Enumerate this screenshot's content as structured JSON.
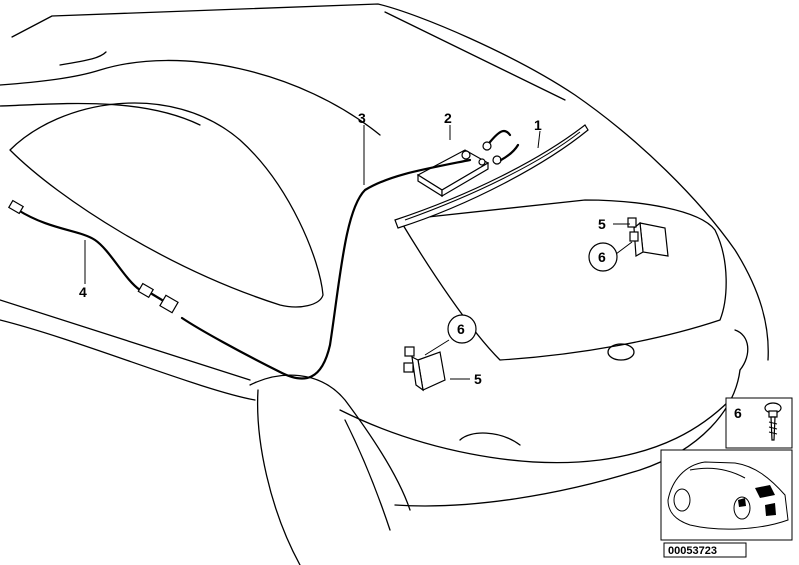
{
  "callouts": [
    {
      "id": "c1",
      "label": "1"
    },
    {
      "id": "c2",
      "label": "2"
    },
    {
      "id": "c3",
      "label": "3"
    },
    {
      "id": "c4",
      "label": "4"
    },
    {
      "id": "c5a",
      "label": "5"
    },
    {
      "id": "c5b",
      "label": "5"
    },
    {
      "id": "c6a",
      "label": "6"
    },
    {
      "id": "c6b",
      "label": "6"
    },
    {
      "id": "c6legend",
      "label": "6"
    }
  ],
  "diagram_code": "00053723"
}
